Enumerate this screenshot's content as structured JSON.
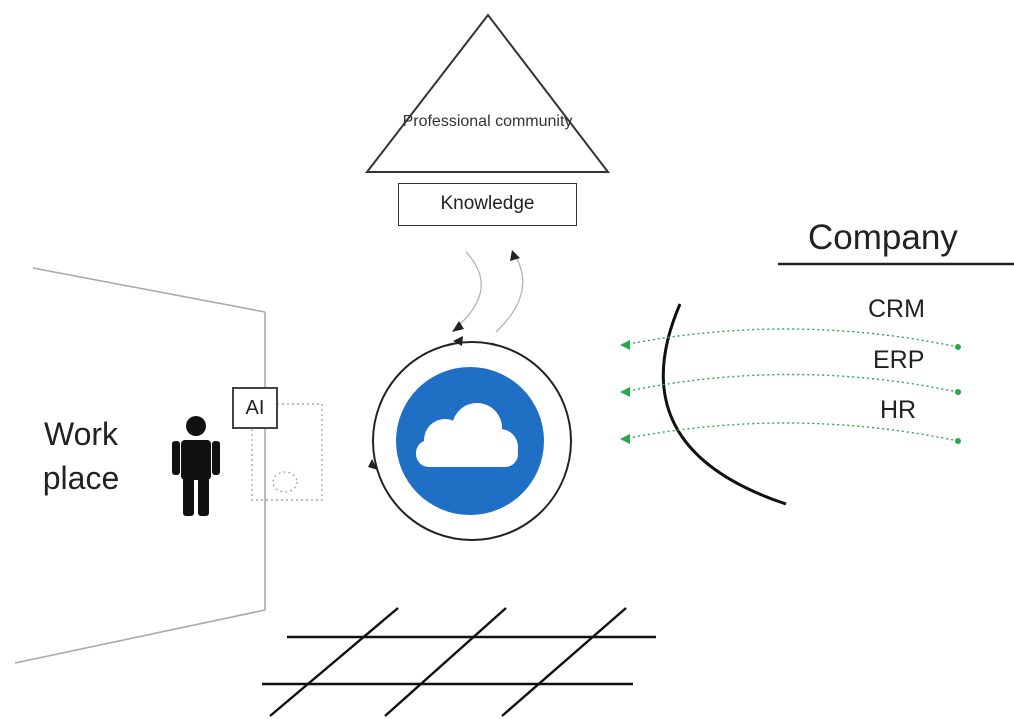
{
  "labels": {
    "professional_community": "Professional community",
    "knowledge": "Knowledge",
    "company": "Company",
    "ai": "AI",
    "workplace": "Work place"
  },
  "company_systems": [
    "CRM",
    "ERP",
    "HR"
  ],
  "icons": {
    "cloud": "cloud-icon",
    "person": "person-icon",
    "device": "device-icon"
  },
  "colors": {
    "cloud_circle": "#1f6fc4",
    "cloud": "#ffffff",
    "data_flow": "#2aa84a",
    "lines": "#222222"
  }
}
